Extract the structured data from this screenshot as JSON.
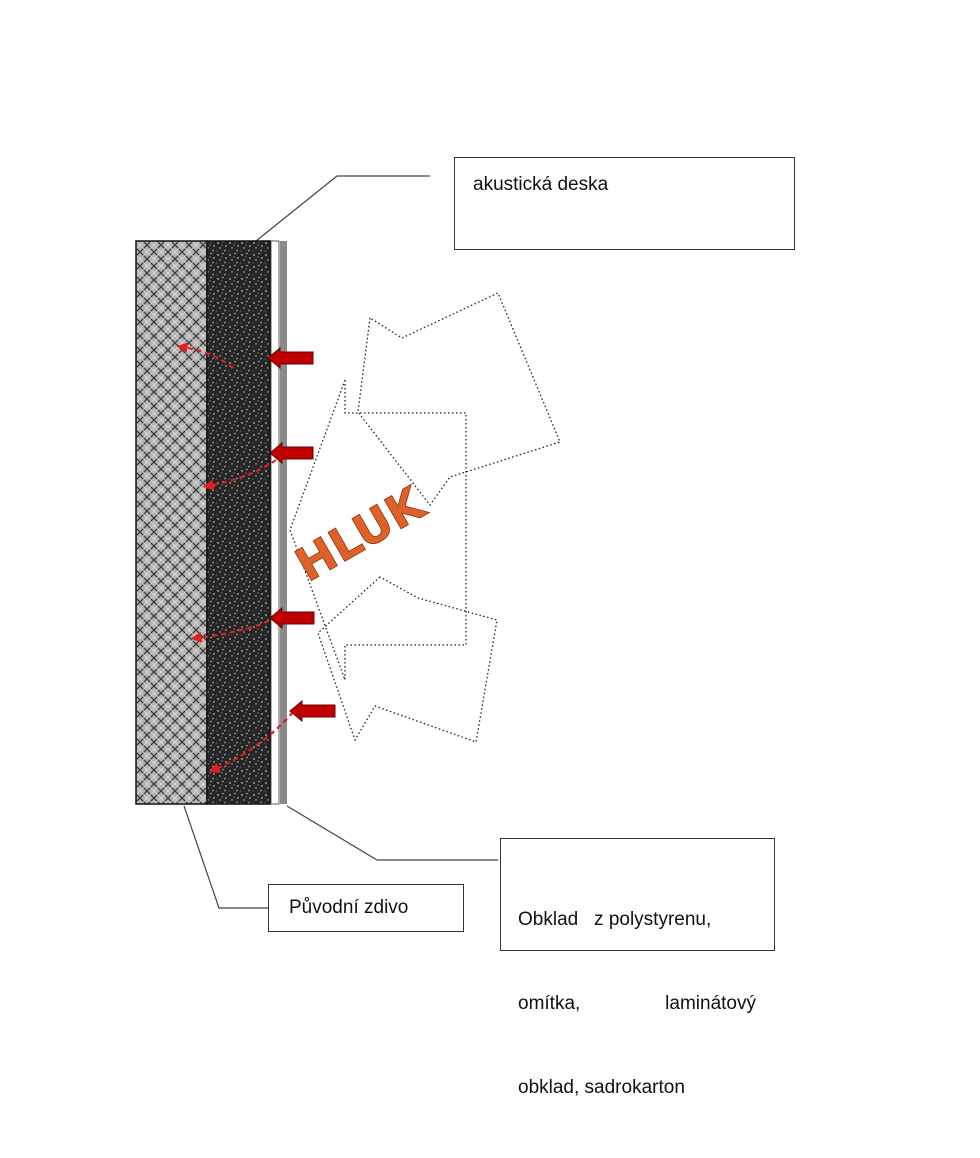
{
  "labels": {
    "acoustic_board": "akustická deska",
    "cladding_line1": "Obklad   z polystyrenu,",
    "cladding_line2_left": "omítka,",
    "cladding_line2_right": "laminátový",
    "cladding_line3": "obklad, sadrokarton",
    "original_wall": "Původní zdivo",
    "noise": "HLUK"
  },
  "colors": {
    "wall_fill": "#b3b3b3",
    "board_fill": "#2a2a2a",
    "cladding": "#8a8a8a",
    "impact_arrow": "#c00000",
    "transmission_arrow": "#e02020",
    "noise_text": "#e0602a",
    "leader_line": "#444444"
  },
  "icons": {
    "impact": "red-block-arrow-icon",
    "transmission": "dashed-curved-arrow-icon",
    "noise_wave": "dotted-outline-arrow-icon"
  }
}
